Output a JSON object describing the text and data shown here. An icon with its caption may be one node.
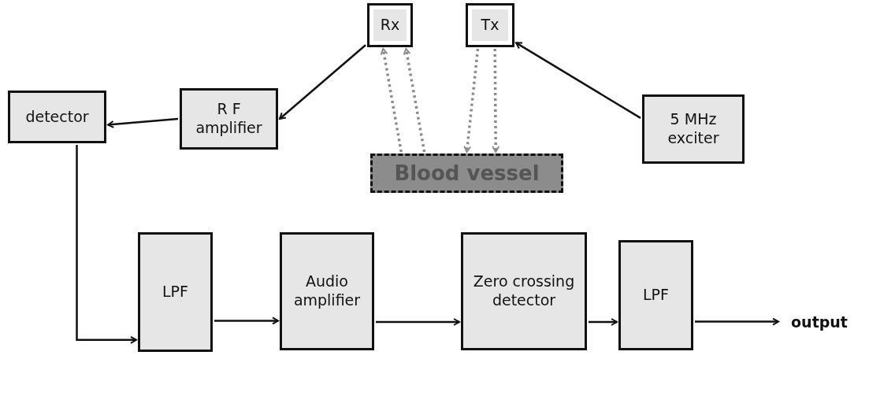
{
  "diagram": {
    "nodes": [
      {
        "text": [
          "Rx"
        ]
      },
      {
        "text": [
          "Tx"
        ]
      },
      {
        "text": [
          "detector"
        ]
      },
      {
        "text": [
          "R F amplifier"
        ]
      },
      {
        "text": [
          "5 MHz exciter"
        ]
      },
      {
        "text": [
          "Blood vessel"
        ]
      },
      {
        "text": [
          "LPF"
        ]
      },
      {
        "text": [
          "Audio amplifier"
        ]
      },
      {
        "text": [
          "Zero crossing detector"
        ]
      },
      {
        "text": [
          "LPF"
        ]
      },
      {
        "text": [
          "output"
        ]
      }
    ],
    "edges": [
      {
        "from": 4,
        "to": 1,
        "arrow": "to"
      },
      {
        "from": 0,
        "to": 3,
        "arrow": "to"
      },
      {
        "from": 3,
        "to": 2,
        "arrow": "to"
      },
      {
        "from": 2,
        "to": 6,
        "arrow": "to"
      },
      {
        "from": 6,
        "to": 7,
        "arrow": "to"
      },
      {
        "from": 7,
        "to": 8,
        "arrow": "to"
      },
      {
        "from": 8,
        "to": 9,
        "arrow": "to"
      },
      {
        "from": 9,
        "to": 10,
        "arrow": "to"
      },
      {
        "from": 5,
        "to": 0,
        "arrow": "to",
        "style": "dashed",
        "color": "#8a8a8a"
      },
      {
        "from": 5,
        "to": 0,
        "arrow": "to",
        "style": "dashed",
        "color": "#8a8a8a"
      },
      {
        "from": 1,
        "to": 5,
        "arrow": "to",
        "style": "dashed",
        "color": "#8a8a8a"
      },
      {
        "from": 1,
        "to": 5,
        "arrow": "to",
        "style": "dashed",
        "color": "#8a8a8a"
      }
    ]
  }
}
